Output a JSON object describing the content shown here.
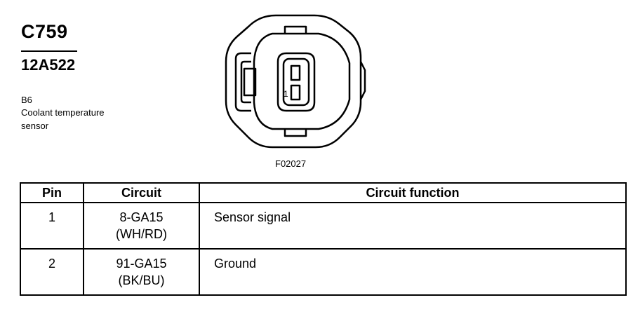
{
  "connector": {
    "id": "C759",
    "part_number": "12A522",
    "location": "B6",
    "description": "Coolant temperature sensor"
  },
  "diagram": {
    "pin_label": "1",
    "figure_ref": "F02027"
  },
  "table": {
    "headers": {
      "pin": "Pin",
      "circuit": "Circuit",
      "function": "Circuit function"
    },
    "rows": [
      {
        "pin": "1",
        "circuit": "8-GA15",
        "color": "(WH/RD)",
        "function": "Sensor signal"
      },
      {
        "pin": "2",
        "circuit": "91-GA15",
        "color": "(BK/BU)",
        "function": "Ground"
      }
    ]
  }
}
